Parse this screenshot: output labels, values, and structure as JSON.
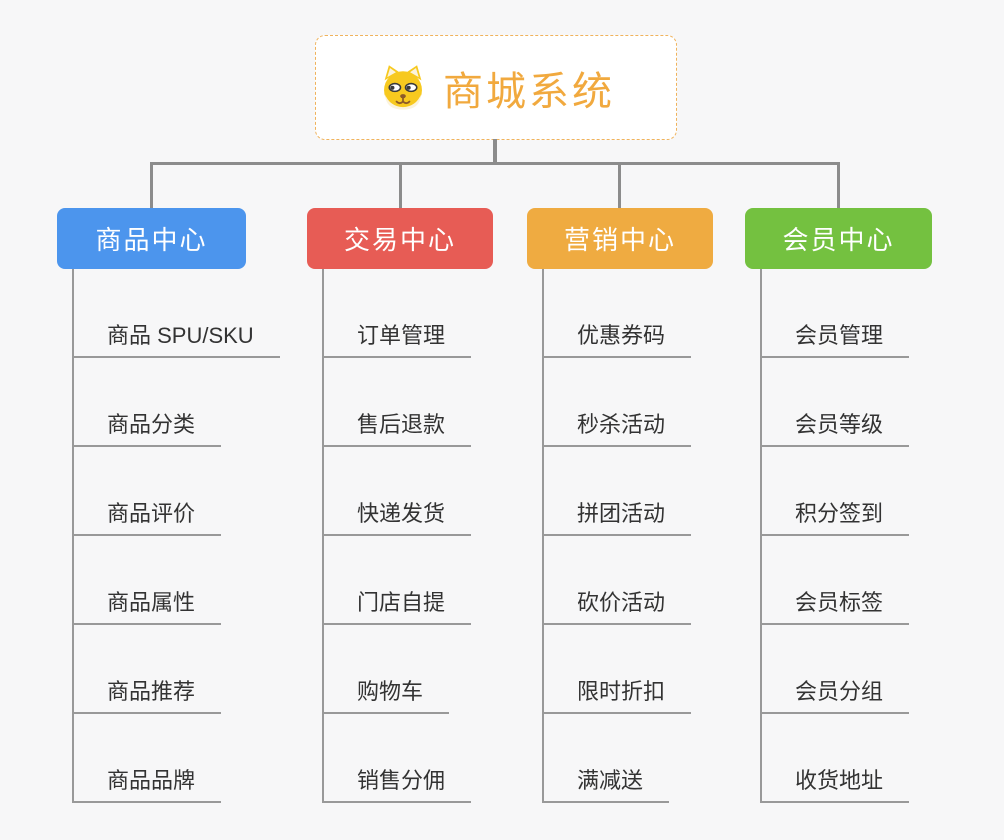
{
  "root": {
    "label": "商城系统",
    "icon": "shiba-dog-icon"
  },
  "branches": [
    {
      "label": "商品中心",
      "color": "#4C95ED",
      "children": [
        "商品 SPU/SKU",
        "商品分类",
        "商品评价",
        "商品属性",
        "商品推荐",
        "商品品牌"
      ]
    },
    {
      "label": "交易中心",
      "color": "#E75C55",
      "children": [
        "订单管理",
        "售后退款",
        "快递发货",
        "门店自提",
        "购物车",
        "销售分佣"
      ]
    },
    {
      "label": "营销中心",
      "color": "#EFAB41",
      "children": [
        "优惠券码",
        "秒杀活动",
        "拼团活动",
        "砍价活动",
        "限时折扣",
        "满减送"
      ]
    },
    {
      "label": "会员中心",
      "color": "#74C140",
      "children": [
        "会员管理",
        "会员等级",
        "积分签到",
        "会员标签",
        "会员分组",
        "收货地址"
      ]
    }
  ],
  "colors": {
    "background": "#F7F7F8",
    "connector": "#8C8C8C",
    "leaf_line": "#999999",
    "leaf_text": "#333333",
    "header_text": "#FFFFFF",
    "root_text": "#F1A93E",
    "root_border": "#F0B35C",
    "root_background": "#FFFFFF"
  }
}
